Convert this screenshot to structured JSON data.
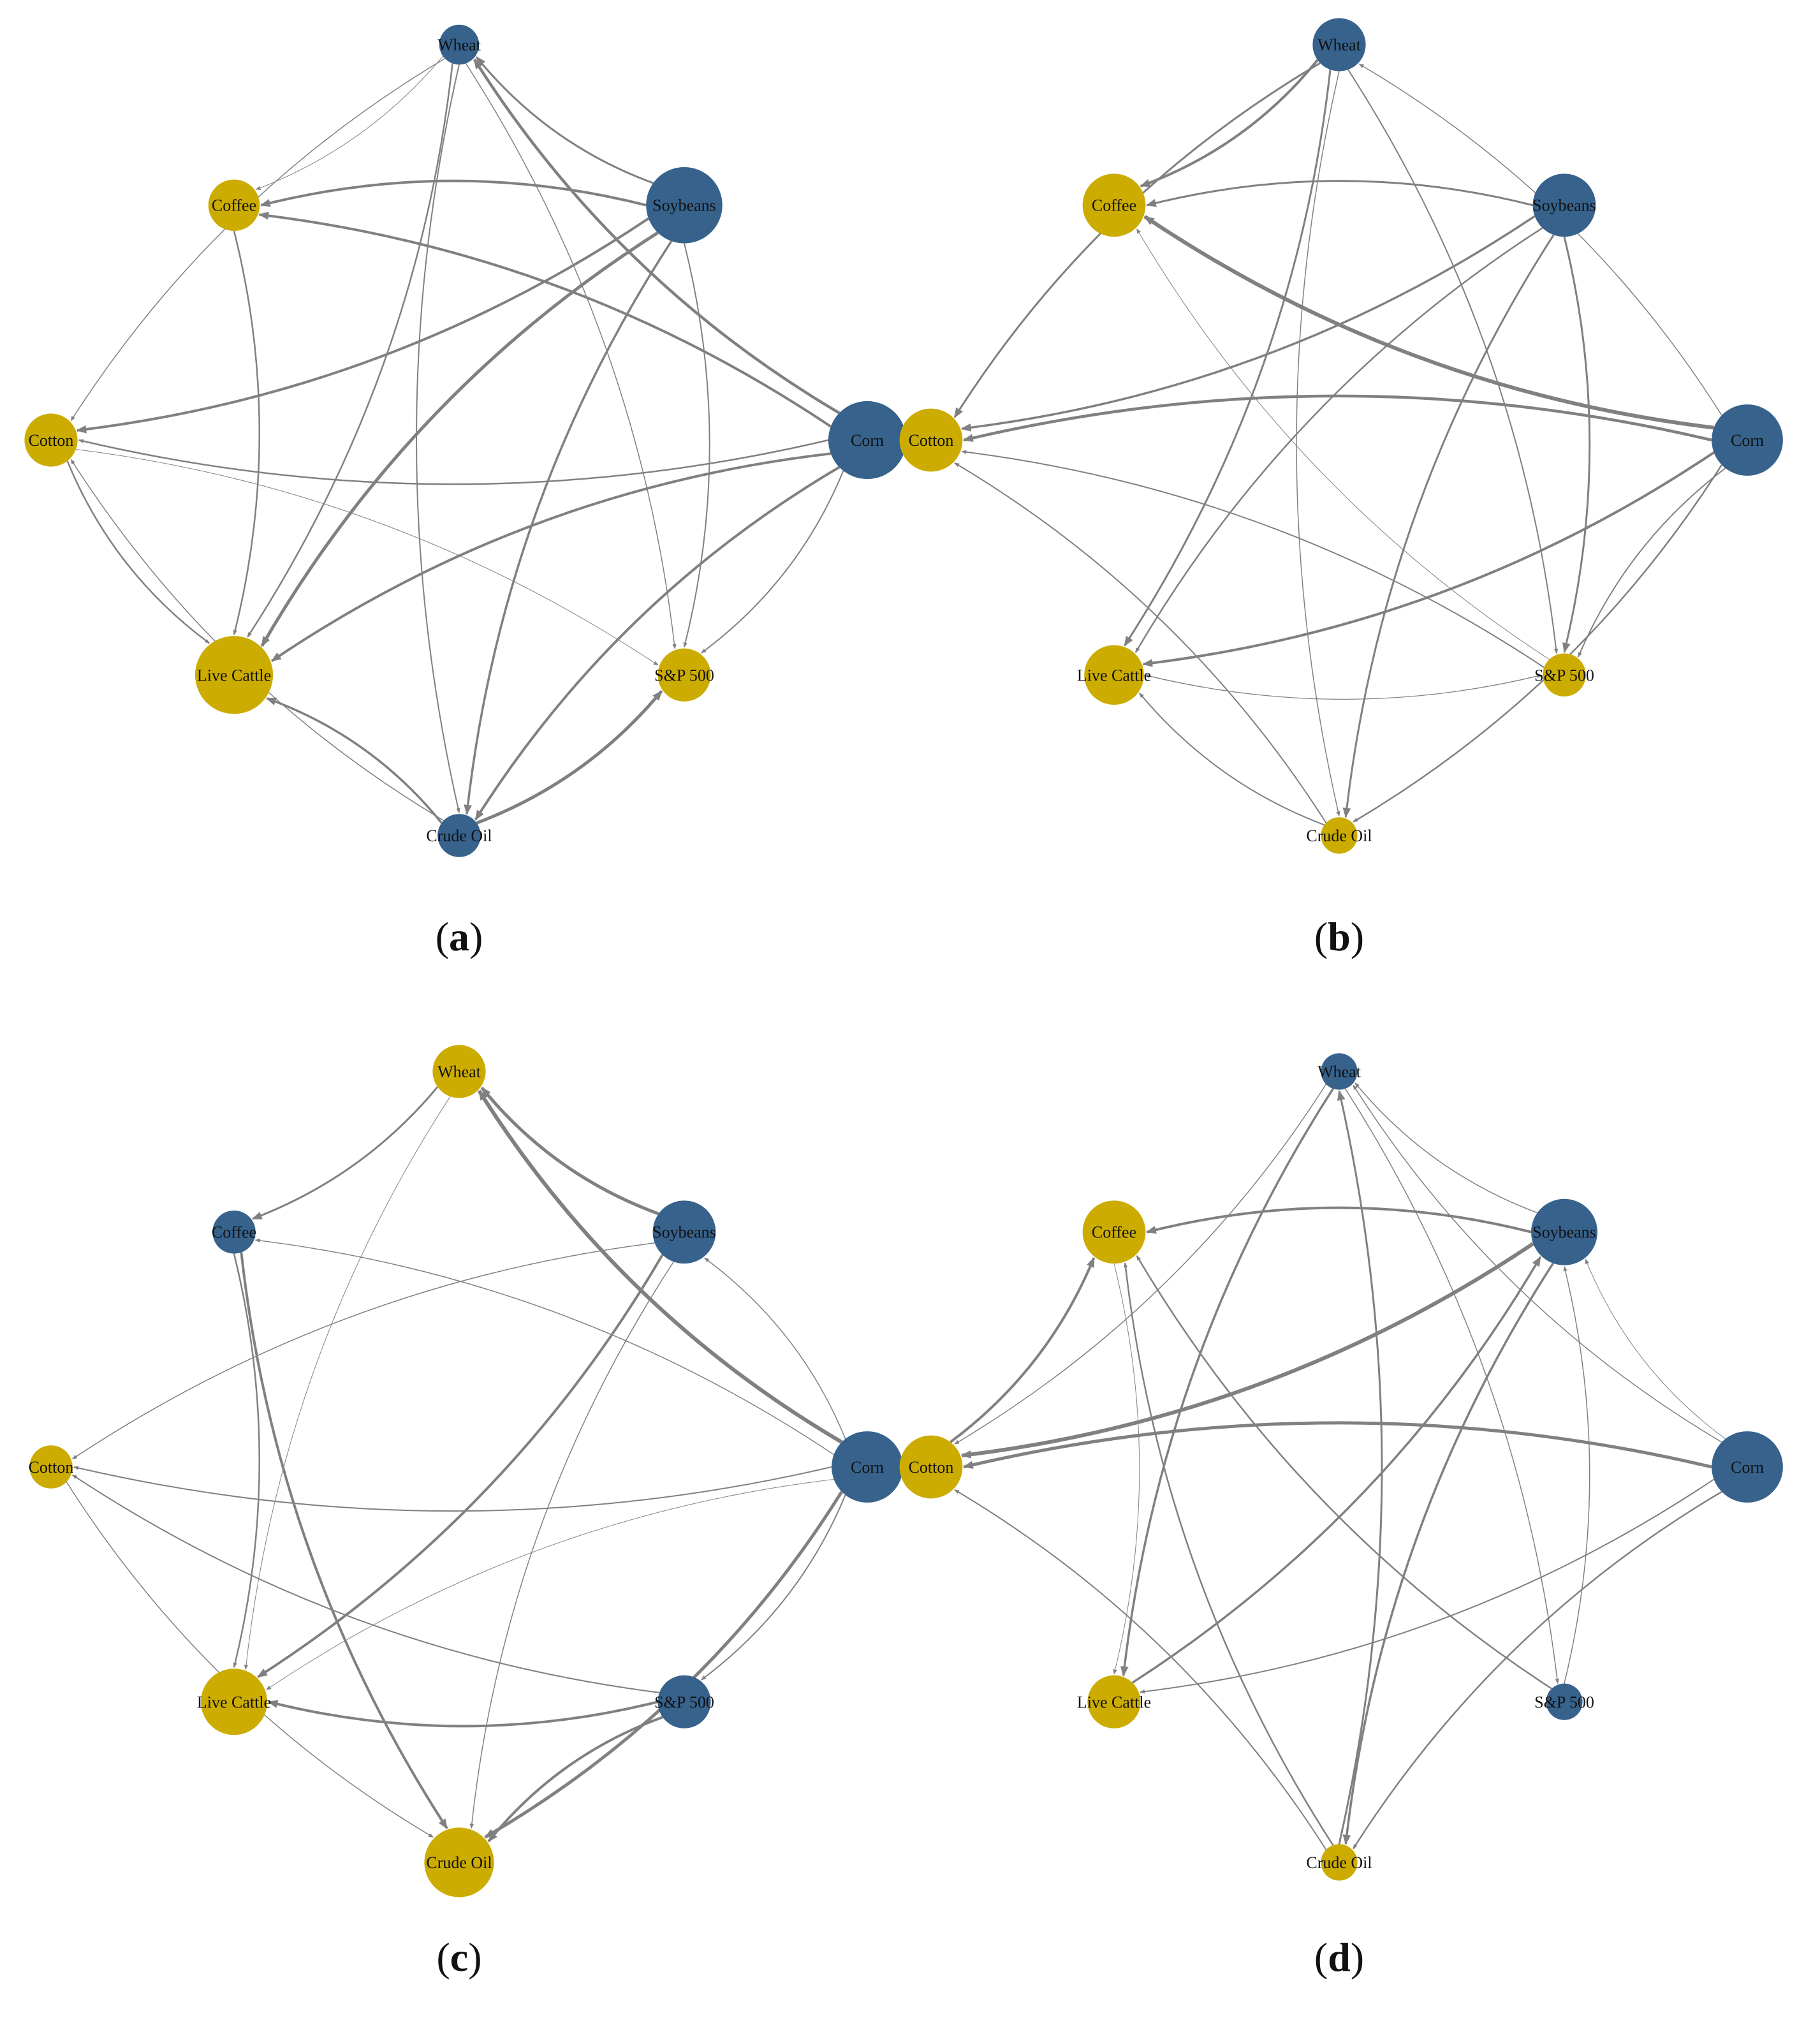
{
  "colors": {
    "blue": "#36628C",
    "gold": "#CCAC00",
    "edge": "#808080"
  },
  "panels": [
    {
      "id": "a",
      "label_open": "(",
      "label_letter": "a",
      "label_close": ")",
      "nodes": [
        {
          "id": "Wheat",
          "label": "Wheat",
          "color": "blue",
          "size": 1.2
        },
        {
          "id": "Coffee",
          "label": "Coffee",
          "color": "gold",
          "size": 1.55
        },
        {
          "id": "Soybeans",
          "label": "Soybeans",
          "color": "blue",
          "size": 2.3
        },
        {
          "id": "Cotton",
          "label": "Cotton",
          "color": "gold",
          "size": 1.6
        },
        {
          "id": "Corn",
          "label": "Corn",
          "color": "blue",
          "size": 2.35
        },
        {
          "id": "LiveCattle",
          "label": "Live Cattle",
          "color": "gold",
          "size": 2.35
        },
        {
          "id": "SP500",
          "label": "S&P 500",
          "color": "gold",
          "size": 1.6
        },
        {
          "id": "CrudeOil",
          "label": "Crude Oil",
          "color": "blue",
          "size": 1.3
        }
      ],
      "edges": [
        {
          "from": "Wheat",
          "to": "Coffee",
          "w": 1
        },
        {
          "from": "Wheat",
          "to": "Cotton",
          "w": 1.5
        },
        {
          "from": "Wheat",
          "to": "LiveCattle",
          "w": 2.5
        },
        {
          "from": "Wheat",
          "to": "CrudeOil",
          "w": 2
        },
        {
          "from": "Soybeans",
          "to": "Wheat",
          "w": 3
        },
        {
          "from": "Soybeans",
          "to": "Coffee",
          "w": 4
        },
        {
          "from": "Soybeans",
          "to": "Cotton",
          "w": 4
        },
        {
          "from": "Soybeans",
          "to": "LiveCattle",
          "w": 5
        },
        {
          "from": "Soybeans",
          "to": "SP500",
          "w": 2
        },
        {
          "from": "Soybeans",
          "to": "CrudeOil",
          "w": 3.5
        },
        {
          "from": "Corn",
          "to": "Wheat",
          "w": 4.5
        },
        {
          "from": "Corn",
          "to": "Coffee",
          "w": 4
        },
        {
          "from": "Corn",
          "to": "Cotton",
          "w": 2.5
        },
        {
          "from": "Corn",
          "to": "LiveCattle",
          "w": 4
        },
        {
          "from": "Corn",
          "to": "SP500",
          "w": 2
        },
        {
          "from": "Corn",
          "to": "CrudeOil",
          "w": 4
        },
        {
          "from": "Coffee",
          "to": "LiveCattle",
          "w": 2.5
        },
        {
          "from": "Cotton",
          "to": "LiveCattle",
          "w": 2.5
        },
        {
          "from": "Cotton",
          "to": "SP500",
          "w": 1
        },
        {
          "from": "CrudeOil",
          "to": "LiveCattle",
          "w": 3.5
        },
        {
          "from": "CrudeOil",
          "to": "Cotton",
          "w": 1.5
        },
        {
          "from": "CrudeOil",
          "to": "SP500",
          "w": 5
        },
        {
          "from": "Wheat",
          "to": "SP500",
          "w": 1.5
        }
      ]
    },
    {
      "id": "b",
      "label_open": "(",
      "label_letter": "b",
      "label_close": ")",
      "nodes": [
        {
          "id": "Wheat",
          "label": "Wheat",
          "color": "blue",
          "size": 1.6
        },
        {
          "id": "Coffee",
          "label": "Coffee",
          "color": "gold",
          "size": 1.9
        },
        {
          "id": "Soybeans",
          "label": "Soybeans",
          "color": "blue",
          "size": 1.9
        },
        {
          "id": "Cotton",
          "label": "Cotton",
          "color": "gold",
          "size": 1.9
        },
        {
          "id": "Corn",
          "label": "Corn",
          "color": "blue",
          "size": 2.15
        },
        {
          "id": "LiveCattle",
          "label": "Live Cattle",
          "color": "gold",
          "size": 1.8
        },
        {
          "id": "SP500",
          "label": "S&P 500",
          "color": "gold",
          "size": 1.3
        },
        {
          "id": "CrudeOil",
          "label": "Crude Oil",
          "color": "gold",
          "size": 1.1
        }
      ],
      "edges": [
        {
          "from": "Wheat",
          "to": "Coffee",
          "w": 4
        },
        {
          "from": "Wheat",
          "to": "Cotton",
          "w": 3
        },
        {
          "from": "Wheat",
          "to": "LiveCattle",
          "w": 3
        },
        {
          "from": "Wheat",
          "to": "CrudeOil",
          "w": 1.5
        },
        {
          "from": "Wheat",
          "to": "SP500",
          "w": 2
        },
        {
          "from": "Soybeans",
          "to": "Coffee",
          "w": 3
        },
        {
          "from": "Soybeans",
          "to": "Cotton",
          "w": 3.5
        },
        {
          "from": "Soybeans",
          "to": "LiveCattle",
          "w": 2.5
        },
        {
          "from": "Soybeans",
          "to": "SP500",
          "w": 3
        },
        {
          "from": "Soybeans",
          "to": "CrudeOil",
          "w": 3
        },
        {
          "from": "Corn",
          "to": "Coffee",
          "w": 6
        },
        {
          "from": "Corn",
          "to": "Cotton",
          "w": 4.5
        },
        {
          "from": "Corn",
          "to": "LiveCattle",
          "w": 4
        },
        {
          "from": "Corn",
          "to": "SP500",
          "w": 2
        },
        {
          "from": "Corn",
          "to": "CrudeOil",
          "w": 2.5
        },
        {
          "from": "Corn",
          "to": "Wheat",
          "w": 1.5
        },
        {
          "from": "SP500",
          "to": "Coffee",
          "w": 1
        },
        {
          "from": "SP500",
          "to": "Cotton",
          "w": 2
        },
        {
          "from": "SP500",
          "to": "LiveCattle",
          "w": 1
        },
        {
          "from": "LiveCattle",
          "to": "SP500",
          "w": 1
        },
        {
          "from": "CrudeOil",
          "to": "LiveCattle",
          "w": 2
        },
        {
          "from": "CrudeOil",
          "to": "Cotton",
          "w": 2
        }
      ]
    },
    {
      "id": "c",
      "label_open": "(",
      "label_letter": "c",
      "label_close": ")",
      "nodes": [
        {
          "id": "Wheat",
          "label": "Wheat",
          "color": "gold",
          "size": 1.6
        },
        {
          "id": "Coffee",
          "label": "Coffee",
          "color": "blue",
          "size": 1.3
        },
        {
          "id": "Soybeans",
          "label": "Soybeans",
          "color": "blue",
          "size": 1.9
        },
        {
          "id": "Cotton",
          "label": "Cotton",
          "color": "gold",
          "size": 1.3
        },
        {
          "id": "Corn",
          "label": "Corn",
          "color": "blue",
          "size": 2.15
        },
        {
          "id": "LiveCattle",
          "label": "Live Cattle",
          "color": "gold",
          "size": 2.0
        },
        {
          "id": "SP500",
          "label": "S&P 500",
          "color": "blue",
          "size": 1.6
        },
        {
          "id": "CrudeOil",
          "label": "Crude Oil",
          "color": "gold",
          "size": 2.1
        }
      ],
      "edges": [
        {
          "from": "Wheat",
          "to": "Coffee",
          "w": 3
        },
        {
          "from": "Wheat",
          "to": "LiveCattle",
          "w": 1
        },
        {
          "from": "Soybeans",
          "to": "Wheat",
          "w": 5
        },
        {
          "from": "Soybeans",
          "to": "Cotton",
          "w": 1.5
        },
        {
          "from": "Soybeans",
          "to": "LiveCattle",
          "w": 4
        },
        {
          "from": "Soybeans",
          "to": "CrudeOil",
          "w": 1.5
        },
        {
          "from": "Corn",
          "to": "Wheat",
          "w": 6
        },
        {
          "from": "Corn",
          "to": "Coffee",
          "w": 1.5
        },
        {
          "from": "Corn",
          "to": "Cotton",
          "w": 2
        },
        {
          "from": "Corn",
          "to": "LiveCattle",
          "w": 1
        },
        {
          "from": "Corn",
          "to": "CrudeOil",
          "w": 5
        },
        {
          "from": "Corn",
          "to": "Soybeans",
          "w": 1.5
        },
        {
          "from": "Coffee",
          "to": "LiveCattle",
          "w": 2.5
        },
        {
          "from": "Coffee",
          "to": "CrudeOil",
          "w": 4
        },
        {
          "from": "SP500",
          "to": "LiveCattle",
          "w": 4
        },
        {
          "from": "SP500",
          "to": "CrudeOil",
          "w": 4
        },
        {
          "from": "SP500",
          "to": "Cotton",
          "w": 2
        },
        {
          "from": "Cotton",
          "to": "CrudeOil",
          "w": 1.5
        },
        {
          "from": "Corn",
          "to": "SP500",
          "w": 2
        }
      ]
    },
    {
      "id": "d",
      "label_open": "(",
      "label_letter": "d",
      "label_close": ")",
      "nodes": [
        {
          "id": "Wheat",
          "label": "Wheat",
          "color": "blue",
          "size": 1.1
        },
        {
          "id": "Coffee",
          "label": "Coffee",
          "color": "gold",
          "size": 1.9
        },
        {
          "id": "Soybeans",
          "label": "Soybeans",
          "color": "blue",
          "size": 2.0
        },
        {
          "id": "Cotton",
          "label": "Cotton",
          "color": "gold",
          "size": 1.9
        },
        {
          "id": "Corn",
          "label": "Corn",
          "color": "blue",
          "size": 2.15
        },
        {
          "id": "LiveCattle",
          "label": "Live Cattle",
          "color": "gold",
          "size": 1.6
        },
        {
          "id": "SP500",
          "label": "S&P 500",
          "color": "blue",
          "size": 1.1
        },
        {
          "id": "CrudeOil",
          "label": "Crude Oil",
          "color": "gold",
          "size": 1.1
        }
      ],
      "edges": [
        {
          "from": "Soybeans",
          "to": "Wheat",
          "w": 1.5
        },
        {
          "from": "Soybeans",
          "to": "Coffee",
          "w": 4
        },
        {
          "from": "Soybeans",
          "to": "Cotton",
          "w": 6
        },
        {
          "from": "Soybeans",
          "to": "CrudeOil",
          "w": 3.5
        },
        {
          "from": "Corn",
          "to": "Wheat",
          "w": 1.5
        },
        {
          "from": "Corn",
          "to": "Cotton",
          "w": 5
        },
        {
          "from": "Corn",
          "to": "LiveCattle",
          "w": 2
        },
        {
          "from": "Corn",
          "to": "CrudeOil",
          "w": 2.5
        },
        {
          "from": "Corn",
          "to": "Soybeans",
          "w": 1
        },
        {
          "from": "Cotton",
          "to": "Coffee",
          "w": 4
        },
        {
          "from": "Wheat",
          "to": "Cotton",
          "w": 1.5
        },
        {
          "from": "Wheat",
          "to": "LiveCattle",
          "w": 3.5
        },
        {
          "from": "Wheat",
          "to": "SP500",
          "w": 1.5
        },
        {
          "from": "CrudeOil",
          "to": "Wheat",
          "w": 3
        },
        {
          "from": "CrudeOil",
          "to": "Coffee",
          "w": 2.5
        },
        {
          "from": "CrudeOil",
          "to": "Cotton",
          "w": 2
        },
        {
          "from": "SP500",
          "to": "Coffee",
          "w": 2.5
        },
        {
          "from": "SP500",
          "to": "Soybeans",
          "w": 1.5
        },
        {
          "from": "Coffee",
          "to": "LiveCattle",
          "w": 1
        },
        {
          "from": "LiveCattle",
          "to": "Soybeans",
          "w": 3.5
        }
      ]
    }
  ]
}
